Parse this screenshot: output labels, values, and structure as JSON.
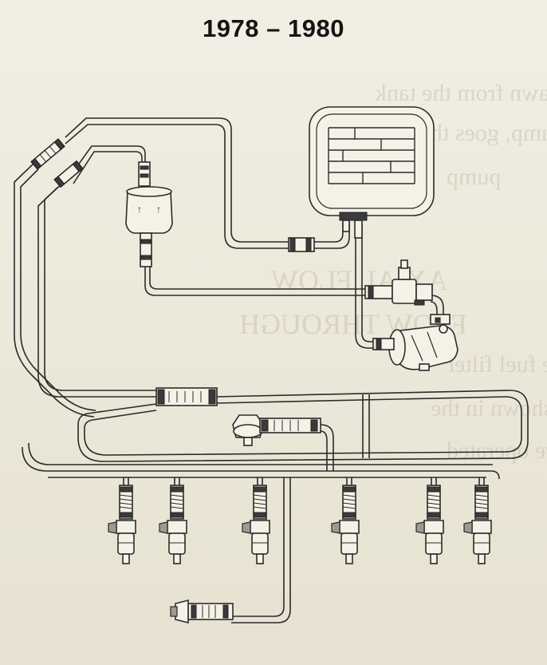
{
  "diagram": {
    "title": "1978 – 1980"
  },
  "bleed_through": {
    "line1": "First, fuel is drawn from the tank",
    "line2": "the electric pump, goes through",
    "line3": "pump",
    "line4": "AXIAL FLOW",
    "line5": "FLOW THROUGH",
    "line6": "the fuel filter",
    "line7": "shown in the",
    "line8": "injectors are operated"
  },
  "colors": {
    "ink": "#2b2b2b",
    "paper": "#ede9dc"
  },
  "icons": [
    "fuel-filter-icon",
    "fuel-tank-icon",
    "fuel-pump-icon",
    "pressure-regulator-icon",
    "fuel-injector-icon",
    "cold-start-valve-icon",
    "hose-clamp-icon"
  ]
}
